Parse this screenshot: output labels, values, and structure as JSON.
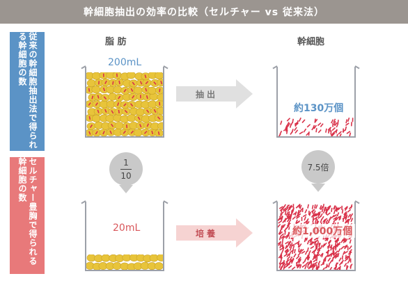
{
  "title": "幹細胞抽出の効率の比較（セルチャー vs 従来法）",
  "rows": {
    "conventional": "従来の幹細胞抽出法で得られる幹細胞の数",
    "cellchar": "セルチャー豊胸で得られる幹細胞の数"
  },
  "columns": {
    "fat": "脂 肪",
    "stem_cells": "幹細胞"
  },
  "top": {
    "volume": "200mL",
    "arrow": "抽出",
    "count": "約130万個"
  },
  "bottom": {
    "volume": "20mL",
    "arrow": "培養",
    "count": "約1,000万個"
  },
  "fraction": {
    "numerator": "1",
    "denominator": "10"
  },
  "multiplier": "7.5倍",
  "colors": {
    "blue": "#5b93c6",
    "red": "#e8797a",
    "fat_yellow": "#e8c43a",
    "cell_red": "#d9324a",
    "arrow_gray": "#e0e0e0",
    "arrow_pink": "#f6d3d2"
  }
}
